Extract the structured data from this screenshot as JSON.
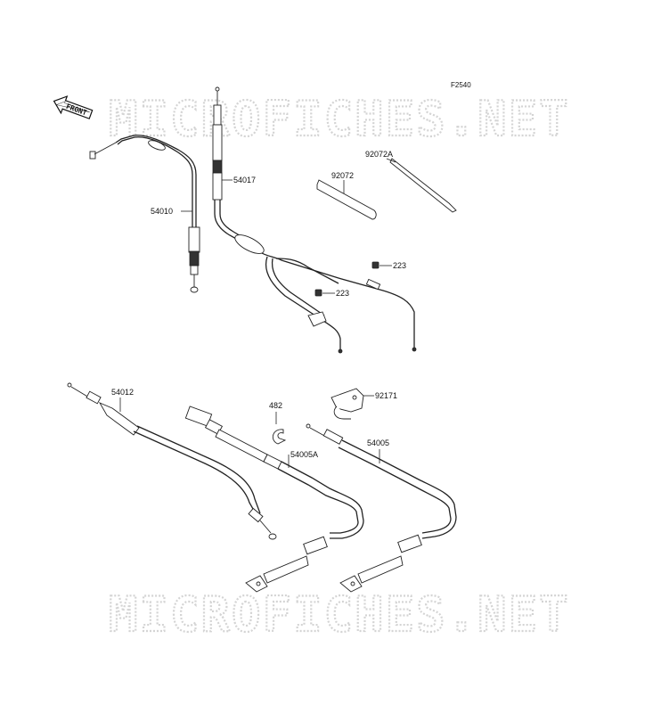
{
  "figure_code": "F2540",
  "front_label": "FRONT",
  "watermark_text": "MICROFICHES.NET",
  "parts": [
    {
      "id": "54010"
    },
    {
      "id": "54017"
    },
    {
      "id": "92072"
    },
    {
      "id": "92072A"
    },
    {
      "id": "223"
    },
    {
      "id": "223"
    },
    {
      "id": "54012"
    },
    {
      "id": "482"
    },
    {
      "id": "92171"
    },
    {
      "id": "54005A"
    },
    {
      "id": "54005"
    }
  ]
}
